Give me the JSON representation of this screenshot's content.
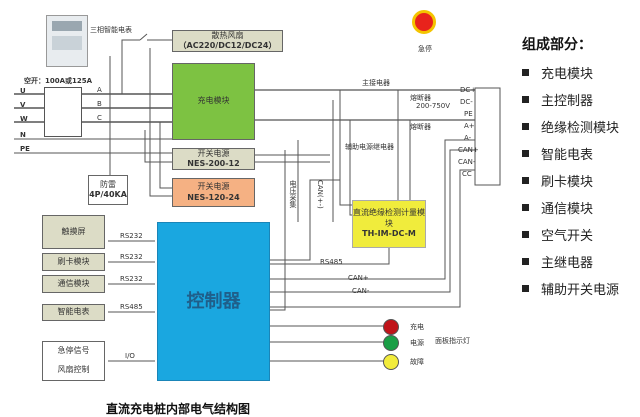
{
  "title": "直流充电桩内部电气结构图",
  "meter": {
    "label": "三相智能电表"
  },
  "breaker": {
    "label": "空开：",
    "rating": "100A或125A"
  },
  "phases": [
    "U",
    "V",
    "W",
    "N",
    "PE"
  ],
  "phase_taps": [
    "A",
    "B",
    "C"
  ],
  "fan": {
    "name": "散热风扇",
    "spec": "（AC220/DC12/DC24）"
  },
  "charging_module": "充电模块",
  "psu1": {
    "name": "开关电源",
    "model": "NES-200-12"
  },
  "psu2": {
    "name": "开关电源",
    "model": "NES-120-24"
  },
  "surge": {
    "name": "防雷",
    "spec": "4P/40KA"
  },
  "voltage_sample": "电压采集",
  "can_pm": "CAN(+-)",
  "main_relay": "主接电器",
  "fuse_top": "熔断器",
  "fuse_bottom": "熔断器",
  "voltage_range": "200-750V",
  "aux_relay": "辅助电源继电器",
  "insulation": {
    "name": "直流绝缘检测计量模块",
    "model": "TH-IM-DC-M"
  },
  "terminals": [
    "DC+",
    "DC-",
    "PE",
    "A+",
    "A-",
    "CAN+",
    "CAN-",
    "CC"
  ],
  "estop": {
    "label": "急停"
  },
  "controller": "控制器",
  "left_modules": [
    {
      "name": "触摸屏",
      "link": "RS232"
    },
    {
      "name": "刷卡模块",
      "link": "RS232"
    },
    {
      "name": "通信模块",
      "link": "RS232"
    },
    {
      "name": "智能电表",
      "link": "RS485"
    }
  ],
  "io_box": {
    "line1": "急停信号",
    "line2": "风扇控制",
    "link": "I/O"
  },
  "right_links": {
    "rs485": "RS485",
    "can_plus": "CAN+",
    "can_minus": "CAN-"
  },
  "indicators": [
    {
      "label": "充电",
      "color": "#c0141a"
    },
    {
      "label": "电源",
      "color": "#1a9e46"
    },
    {
      "label": "故障",
      "color": "#f2ec3c"
    }
  ],
  "panel_lights": "面板指示灯",
  "components": {
    "header": "组成部分：",
    "items": [
      "充电模块",
      "主控制器",
      "绝缘检测模块",
      "智能电表",
      "刷卡模块",
      "通信模块",
      "空气开关",
      "主继电器",
      "辅助开关电源"
    ]
  }
}
